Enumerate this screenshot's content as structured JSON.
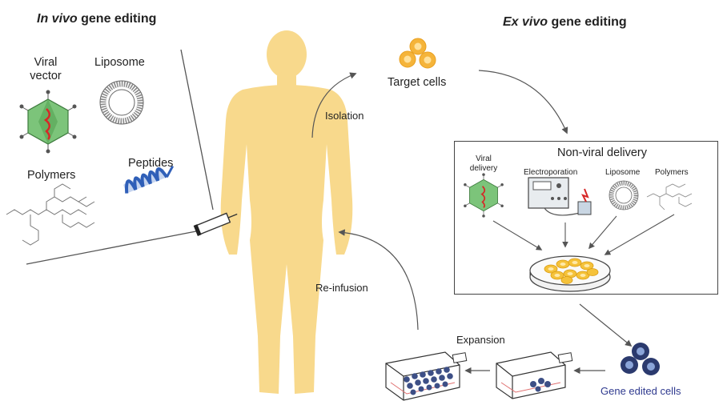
{
  "in_vivo": {
    "title_italic": "In vivo",
    "title_rest": " gene editing",
    "viral_vector": "Viral\nvector",
    "liposome": "Liposome",
    "polymers": "Polymers",
    "peptides": "Peptides"
  },
  "ex_vivo": {
    "title_italic": "Ex vivo",
    "title_rest": " gene editing",
    "target_cells": "Target cells",
    "isolation": "Isolation",
    "re_infusion": "Re-infusion",
    "expansion": "Expansion",
    "gene_edited_cells": "Gene edited cells",
    "non_viral_delivery": "Non-viral delivery",
    "viral_delivery": "Viral\ndelivery",
    "electroporation": "Electroporation",
    "liposome": "Liposome",
    "polymers": "Polymers"
  },
  "colors": {
    "body": "#f8d98c",
    "target_cells": "#f5b43a",
    "edited_cells": "#2b3a6e",
    "virus": "#6ab26a",
    "peptide": "#3f6bc4"
  }
}
